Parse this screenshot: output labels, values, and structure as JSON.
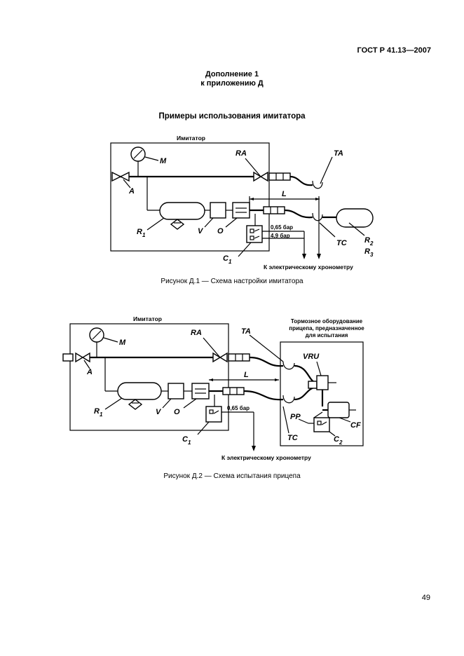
{
  "header": {
    "standard": "ГОСТ Р 41.13—2007"
  },
  "appendix": {
    "line1": "Дополнение 1",
    "line2": "к приложению Д"
  },
  "section_title": "Примеры использования имитатора",
  "figure1": {
    "caption": "Рисунок Д.1 — Схема настройки имитатора",
    "box_label": "Имитатор",
    "labels": {
      "M": "M",
      "RA": "RA",
      "TA": "TA",
      "A": "A",
      "L": "L",
      "R1": "R",
      "R1_sub": "1",
      "V": "V",
      "O": "O",
      "R2": "R",
      "R2_sub": "2",
      "R3": "R",
      "R3_sub": "3",
      "TC": "TC",
      "C1": "C",
      "C1_sub": "1",
      "p1": "0,65 бар",
      "p2": "4,9 бар",
      "chrono": "К электрическому хронометру"
    }
  },
  "figure2": {
    "caption": "Рисунок Д.2 — Схема испытания прицепа",
    "box_label": "Имитатор",
    "trailer_label": [
      "Тормозное оборудование",
      "прицепа, предназначенное",
      "для испытания"
    ],
    "labels": {
      "M": "M",
      "RA": "RA",
      "TA": "TA",
      "A": "A",
      "L": "L",
      "R1": "R",
      "R1_sub": "1",
      "V": "V",
      "O": "O",
      "VRU": "VRU",
      "PP": "PP",
      "CF": "CF",
      "TC": "TC",
      "C1": "C",
      "C1_sub": "1",
      "C2": "C",
      "C2_sub": "2",
      "p1": "0,65 бар",
      "chrono": "К электрическому хронометру"
    }
  },
  "page_number": "49"
}
